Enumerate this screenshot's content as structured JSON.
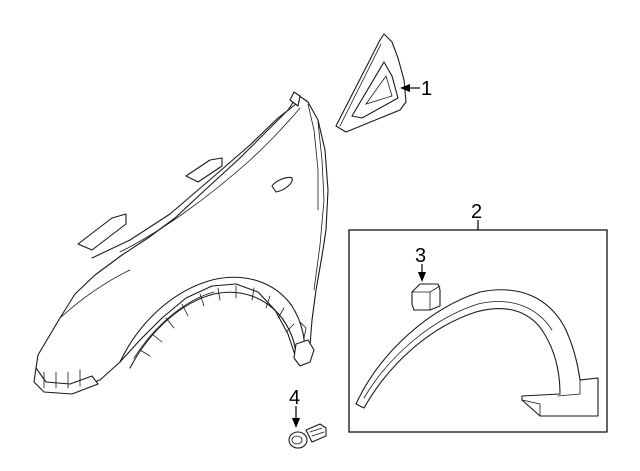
{
  "callouts": [
    {
      "id": "1",
      "label": "1"
    },
    {
      "id": "2",
      "label": "2"
    },
    {
      "id": "3",
      "label": "3"
    },
    {
      "id": "4",
      "label": "4"
    }
  ],
  "colors": {
    "line": "#1a1a1a",
    "background": "#ffffff"
  },
  "parts": [
    {
      "callout": "1",
      "icon": "fender-trim-panel"
    },
    {
      "callout": "2",
      "icon": "wheel-opening-molding"
    },
    {
      "callout": "3",
      "icon": "molding-clip"
    },
    {
      "callout": "4",
      "icon": "screw"
    }
  ]
}
